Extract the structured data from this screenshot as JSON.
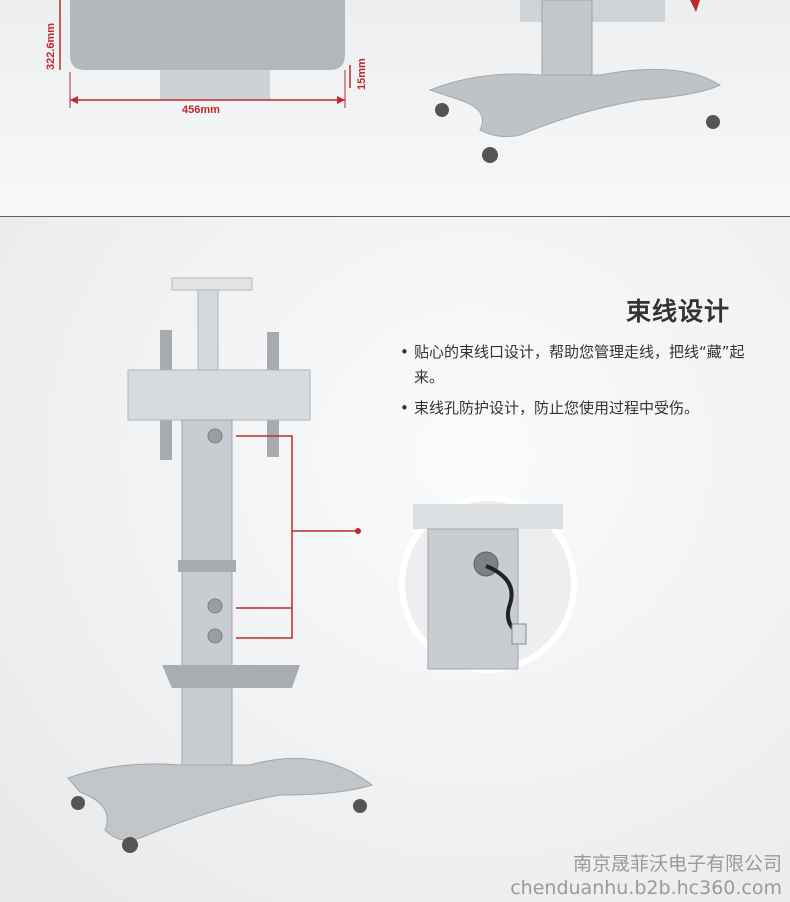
{
  "dimensions": {
    "height_label": "322.6mm",
    "width_label": "456mm",
    "thickness_label": "15mm"
  },
  "feature": {
    "title": "束线设计",
    "bullets": [
      "贴心的束线口设计，帮助您管理走线，把线“藏”起来。",
      "束线孔防护设计，防止您使用过程中受伤。"
    ]
  },
  "watermark": {
    "company": "南京晟菲沃电子有限公司",
    "url": "chenduanhu.b2b.hc360.com"
  },
  "colors": {
    "accent_red": "#c0292b",
    "metal": "#c9cdd1",
    "shelf": "#a9adb1"
  }
}
